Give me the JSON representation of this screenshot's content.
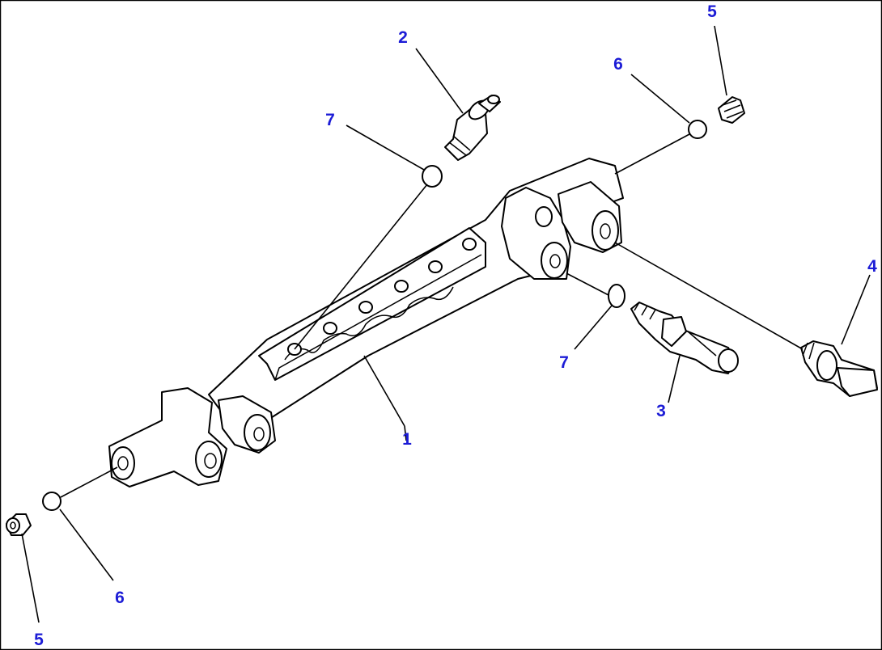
{
  "colors": {
    "callout": "#1c1cd6",
    "line": "#000000",
    "background": "#ffffff"
  },
  "callouts": {
    "c1": "1",
    "c2": "2",
    "c3": "3",
    "c4": "4",
    "c5_top": "5",
    "c5_bottom": "5",
    "c6_top": "6",
    "c6_bottom": "6",
    "c7_top": "7",
    "c7_bottom": "7"
  }
}
